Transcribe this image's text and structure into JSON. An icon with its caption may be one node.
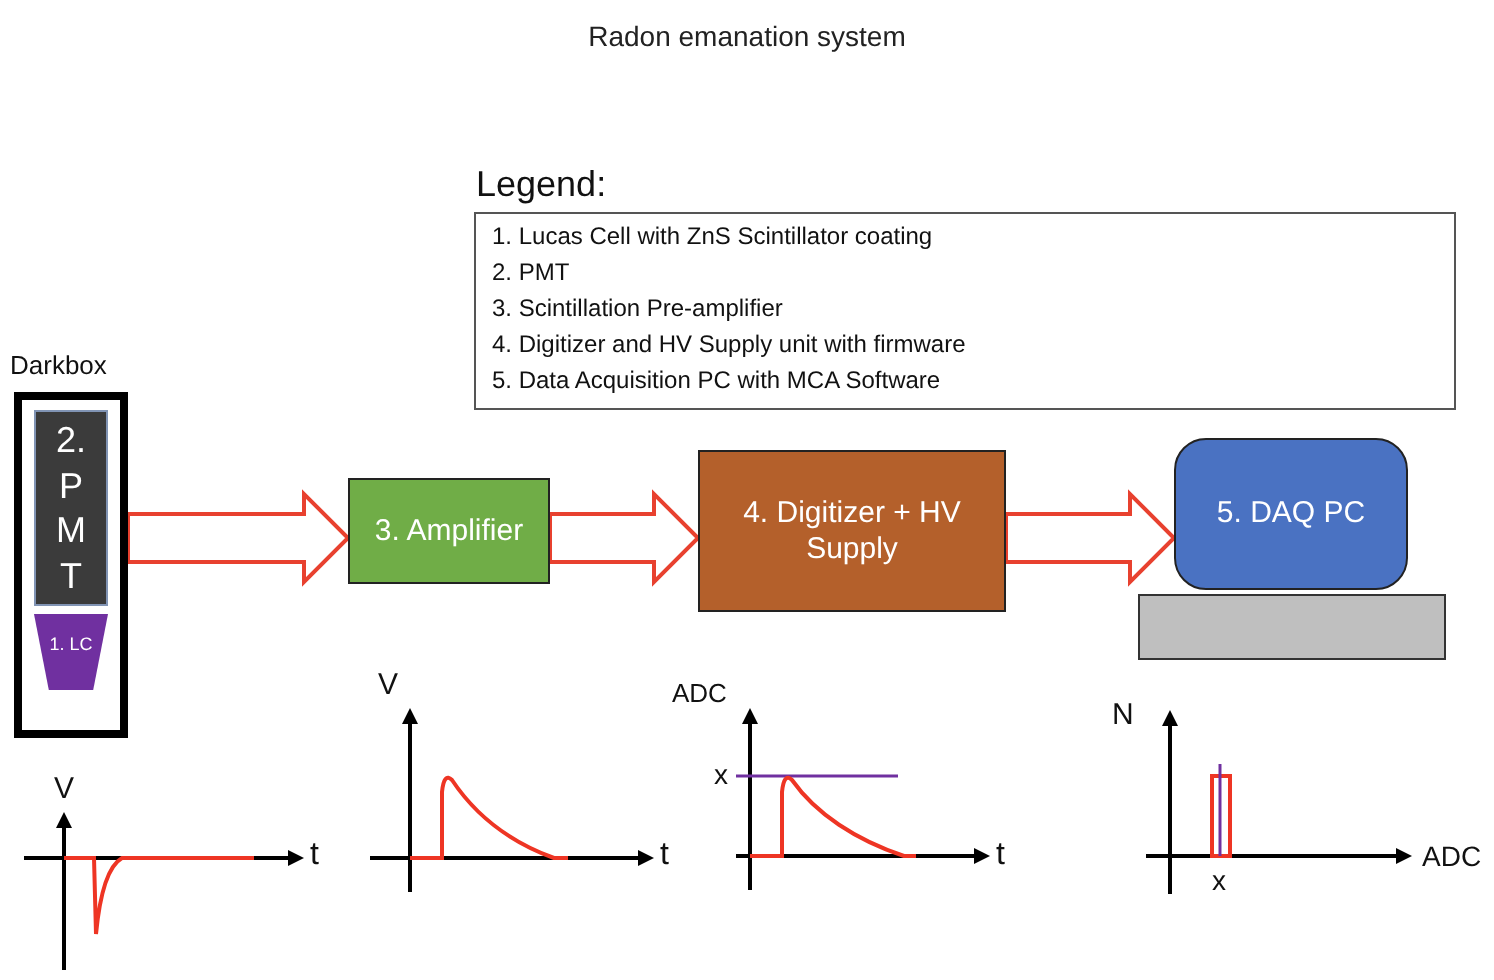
{
  "diagram": {
    "title": "Radon emanation system",
    "nodes": [
      {
        "text": [
          "Darkbox"
        ]
      },
      {
        "text": [
          "2. P M T"
        ],
        "in": 0
      },
      {
        "text": [
          "1. LC"
        ],
        "in": 0
      },
      {
        "text": [
          "3. Amplifier"
        ]
      },
      {
        "text": [
          "4. Digitizer + HV Supply"
        ]
      },
      {
        "text": [
          "5. DAQ PC"
        ]
      },
      {
        "text": [],
        "shape": "box"
      }
    ],
    "edges": [
      {
        "from": 0,
        "to": 3,
        "arrow": "to"
      },
      {
        "from": 3,
        "to": 4,
        "arrow": "to"
      },
      {
        "from": 4,
        "to": 5,
        "arrow": "to"
      }
    ],
    "labels": [
      "Legend:",
      "1. Lucas Cell with ZnS Scintillator coating",
      "2. PMT",
      "3. Scintillation Pre-amplifier",
      "4. Digitizer and HV Supply unit with firmware",
      "5. Data Acquisition PC with MCA Software",
      "V",
      "t",
      "V",
      "t",
      "ADC",
      "x",
      "t",
      "N",
      "x",
      "ADC"
    ]
  }
}
